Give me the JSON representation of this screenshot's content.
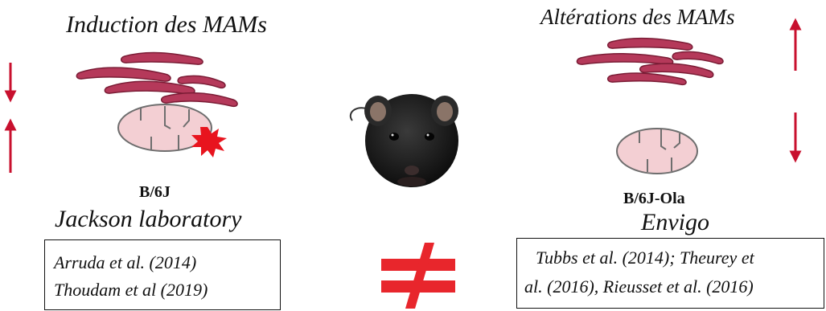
{
  "left": {
    "heading": "Induction des MAMs",
    "strain": "B/6J",
    "vendor": "Jackson laboratory",
    "references": [
      "Arruda et al. (2014)",
      "Thoudam et al (2019)"
    ]
  },
  "right": {
    "heading": "Altérations des MAMs",
    "strain": "B/6J-Ola",
    "vendor": "Envigo",
    "references": [
      "Tubbs et al. (2014);  Theurey et",
      "al. (2016), Rieusset et al. (2016)"
    ]
  },
  "colors": {
    "arrow": "#c8102e",
    "er_fill": "#b5395a",
    "er_edge": "#7a1c35",
    "mito_fill": "#f3cfd3",
    "mito_edge": "#6e6e6e",
    "contact_star": "#e8141e",
    "not_equal": "#e8262c",
    "mouse": "#1c1c1c"
  },
  "icons": {
    "left_top_arrow": "arrow-down-icon",
    "left_bottom_arrow": "arrow-up-icon",
    "right_top_arrow": "arrow-up-icon",
    "right_bottom_arrow": "arrow-down-icon",
    "center": "not-equal-icon"
  }
}
